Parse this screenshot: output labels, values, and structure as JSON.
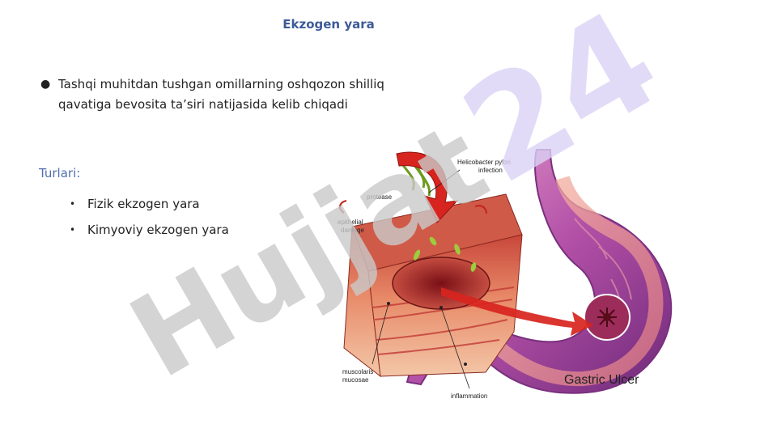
{
  "slide": {
    "title": "Ekzogen yara",
    "main_bullet": "Tashqi muhitdan tushgan omillarning oshqozon shilliq qavatiga bevosita ta’siri natijasida kelib chiqadi",
    "subhead": "Turlari:",
    "types": [
      "Fizik ekzogen yara",
      "Kimyoviy ekzogen yara"
    ]
  },
  "illustration": {
    "labels": {
      "helicobacter": "Helicobacter pylori",
      "infection": "infection",
      "protease": "protease",
      "epithelial": "epithelial",
      "damage": "damage",
      "muscolaris": "muscolaris",
      "mucosae": "mucosae",
      "inflammation": "inflammation",
      "gastric_ulcer": "Gastric Ulcer"
    }
  },
  "watermark": {
    "left_text": "Hujjat",
    "right_text": "24"
  },
  "colors": {
    "title": "#3d5a99",
    "subhead": "#4f6fae",
    "stomach": "#a04a9a",
    "tissue": "#d9624a",
    "arrow": "#d8241e",
    "watermark_gray": "#c9c9c9",
    "watermark_violet": "#d9d2f5"
  }
}
